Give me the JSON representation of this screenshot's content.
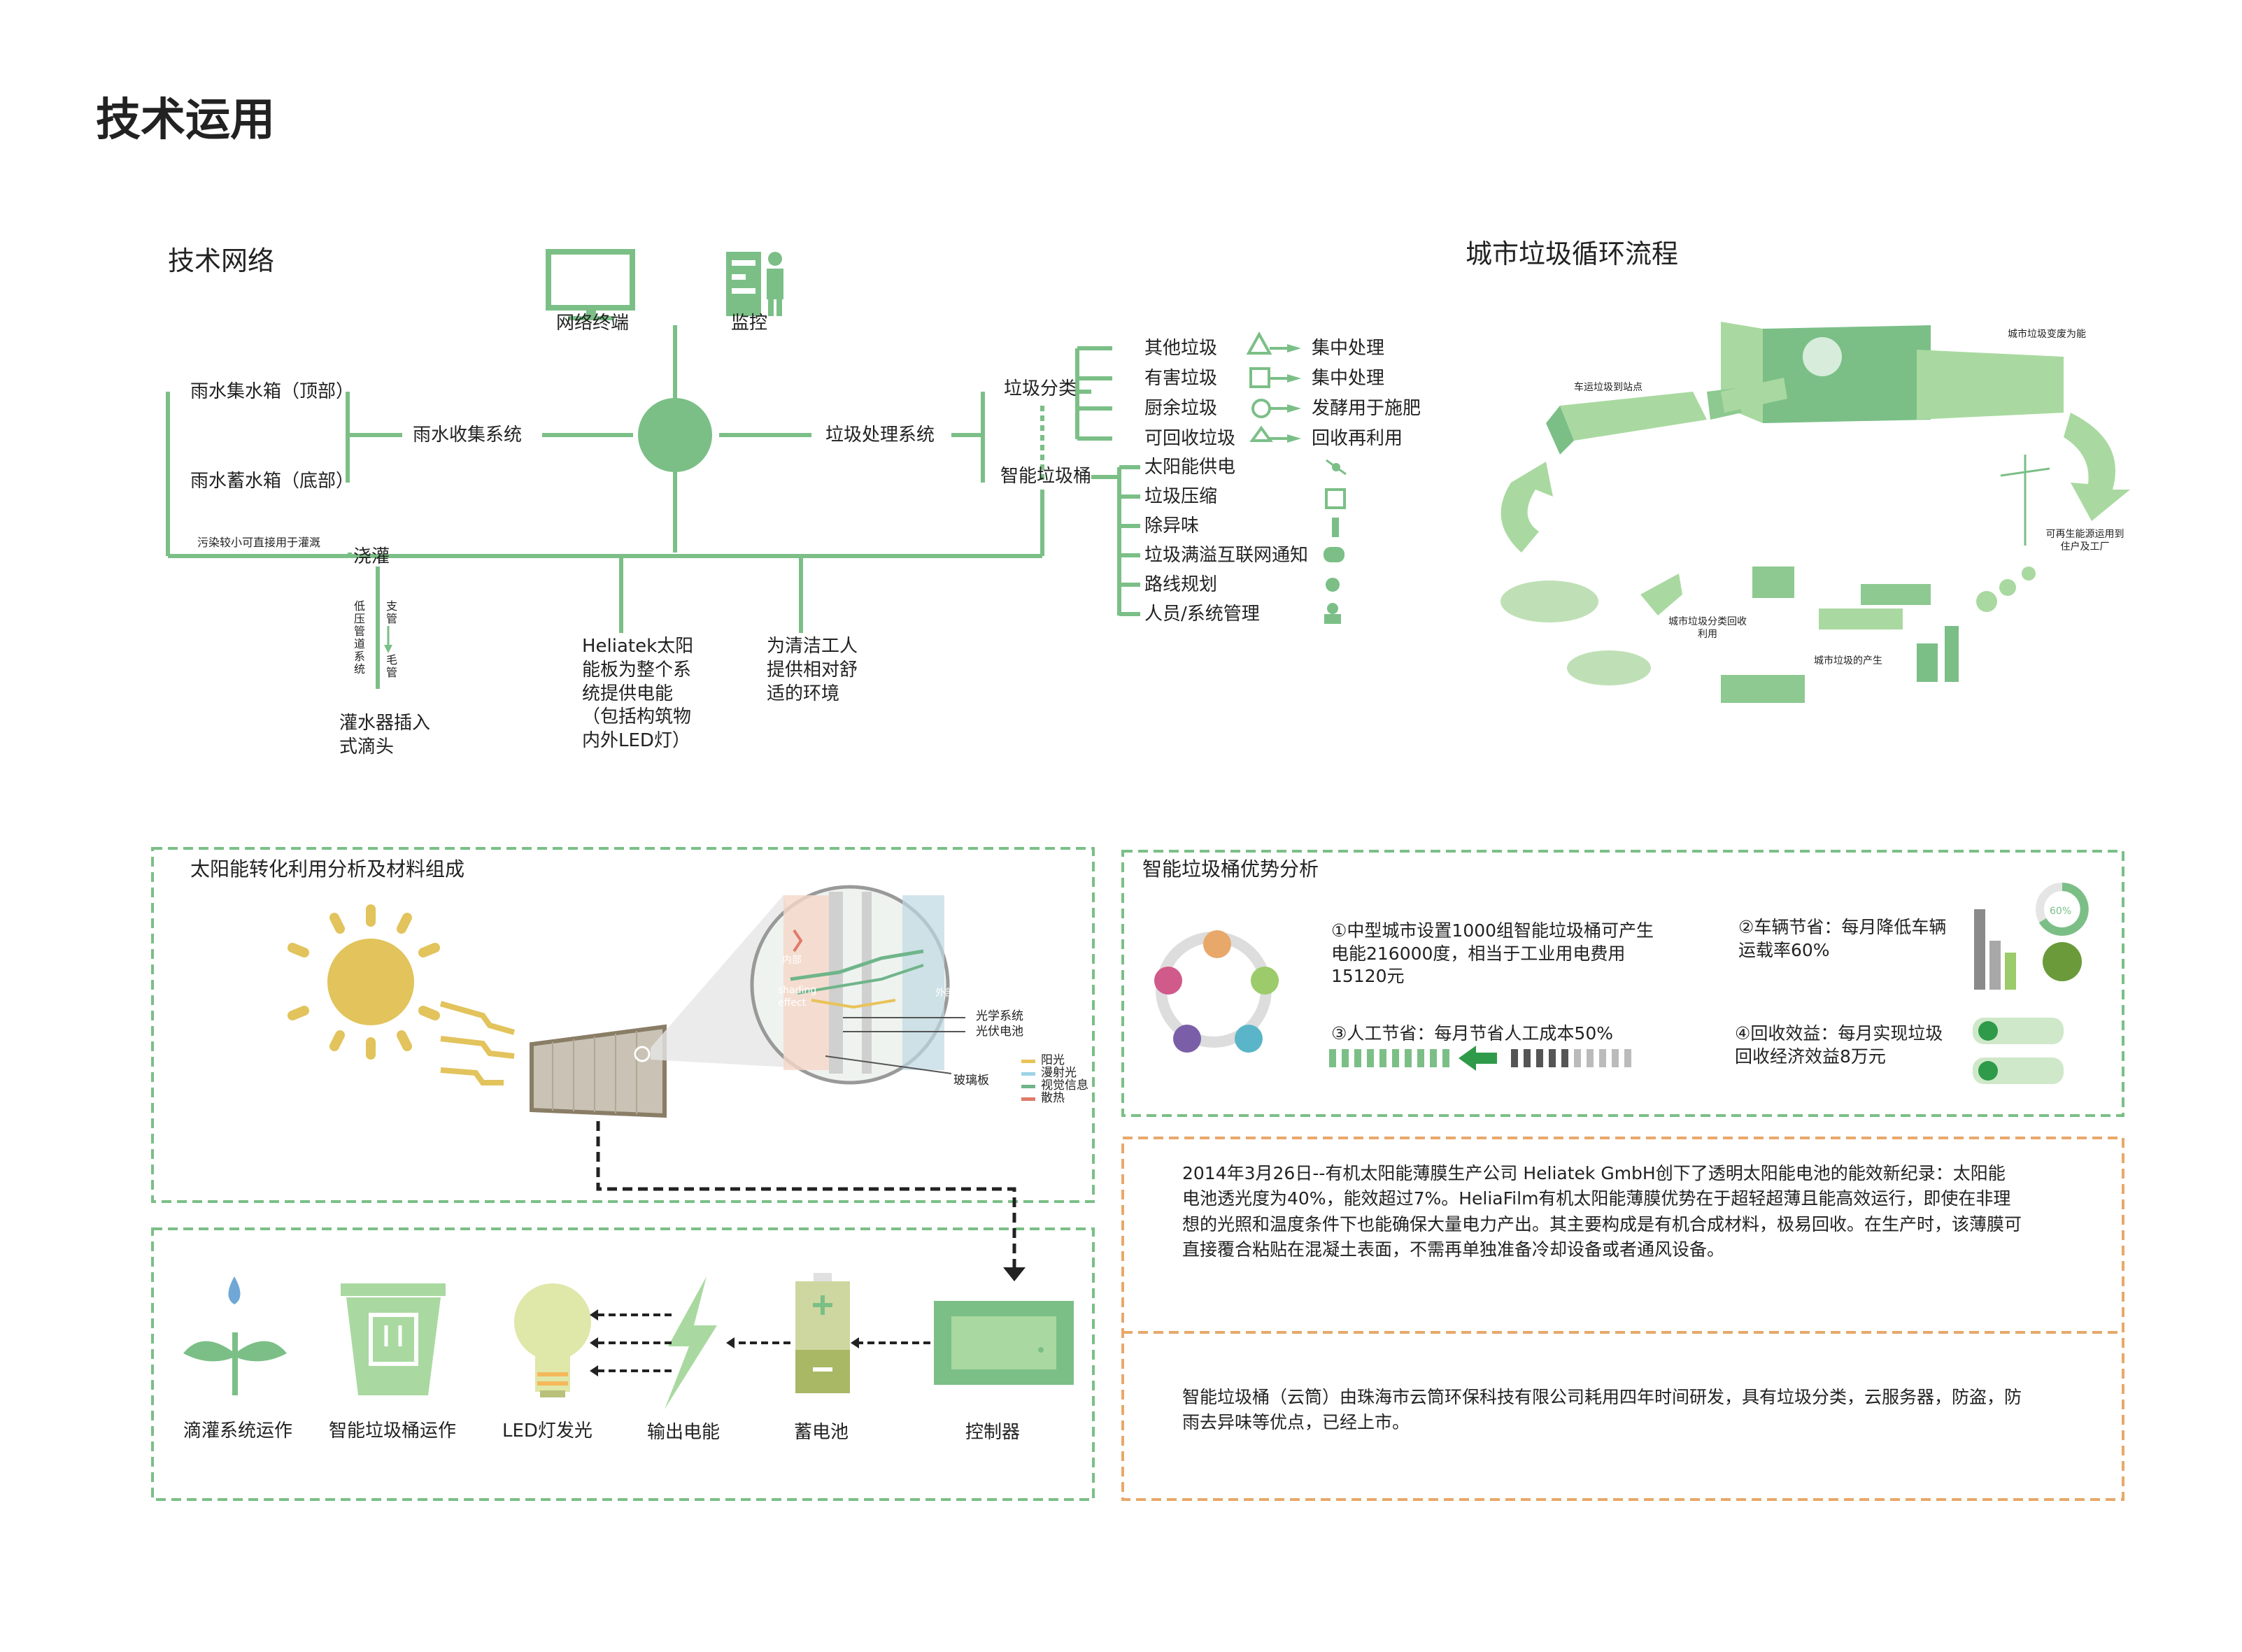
{
  "title": "技术运用",
  "network": {
    "title": "技术网络",
    "terminal": "网络终端",
    "monitor": "监控",
    "rain_top": "雨水集水箱（顶部）",
    "rain_bottom": "雨水蓄水箱（底部）",
    "rain_system": "雨水收集系统",
    "low_pollution_note": "污染较小可直接用于灌溉",
    "irrigate": "浇灌",
    "low_pressure": "低压管道系统",
    "branch": "支管",
    "capillary": "毛管",
    "drip_head": "灌水器插入式滴头",
    "waste_system": "垃圾处理系统",
    "waste_sort": "垃圾分类",
    "smart_bin": "智能垃圾桶",
    "sort_items": [
      {
        "label": "其他垃圾",
        "result": "集中处理"
      },
      {
        "label": "有害垃圾",
        "result": "集中处理"
      },
      {
        "label": "厨余垃圾",
        "result": "发酵用于施肥"
      },
      {
        "label": "可回收垃圾",
        "result": "回收再利用"
      }
    ],
    "bin_items": [
      "太阳能供电",
      "垃圾压缩",
      "除异味",
      "垃圾满溢互联网通知",
      "路线规划",
      "人员/系统管理"
    ],
    "heliatek": "Heliatek太阳能板为整个系统提供电能（包括构筑物内外LED灯）",
    "cleaner": "为清洁工人提供相对舒适的环境"
  },
  "cycle": {
    "title": "城市垃圾循环流程",
    "waste_to_energy": "城市垃圾变废为能",
    "transfer": "车运垃圾到站点",
    "renewable": "可再生能源运用到住户及工厂",
    "sorting": "城市垃圾分类回收利用",
    "generation": "城市垃圾的产生"
  },
  "solar": {
    "title": "太阳能转化利用分析及材料组成",
    "optical": "光学系统",
    "pv": "光伏电池",
    "glass": "玻璃板",
    "inner": "内部",
    "outer": "外部",
    "shading": "shading effect",
    "legend": [
      {
        "label": "阳光",
        "color": "#e8c35a"
      },
      {
        "label": "漫射光",
        "color": "#9ed3e6"
      },
      {
        "label": "视觉信息",
        "color": "#6fb58a"
      },
      {
        "label": "散热",
        "color": "#e07a6a"
      }
    ]
  },
  "flow": {
    "drip": "滴灌系统运作",
    "bin": "智能垃圾桶运作",
    "led": "LED灯发光",
    "power": "输出电能",
    "battery": "蓄电池",
    "controller": "控制器"
  },
  "advantage": {
    "title": "智能垃圾桶优势分析",
    "item1": "①中型城市设置1000组智能垃圾桶可产生电能216000度，相当于工业用电费用15120元",
    "item2": "②车辆节省：每月降低车辆运载率60%",
    "item3": "③人工节省：每月节省人工成本50%",
    "item4": "④回收效益：每月实现垃圾回收经济效益8万元",
    "percent": "60%"
  },
  "info": {
    "p1": "2014年3月26日--有机太阳能薄膜生产公司 Heliatek GmbH创下了透明太阳能电池的能效新纪录：太阳能电池透光度为40%，能效超过7%。HeliaFilm有机太阳能薄膜优势在于超轻超薄且能高效运行，即使在非理想的光照和温度条件下也能确保大量电力产出。其主要构成是有机合成材料，极易回收。在生产时，该薄膜可直接覆合粘贴在混凝土表面，不需再单独准备冷却设备或者通风设备。",
    "p2": "智能垃圾桶（云筒）由珠海市云筒环保科技有限公司耗用四年时间研发，具有垃圾分类，云服务器，防盗，防雨去异味等优点，已经上市。"
  },
  "colors": {
    "green": "#7bbf87",
    "light_green": "#a9d9a0",
    "sun": "#e2c35c",
    "orange": "#e8a86a"
  }
}
